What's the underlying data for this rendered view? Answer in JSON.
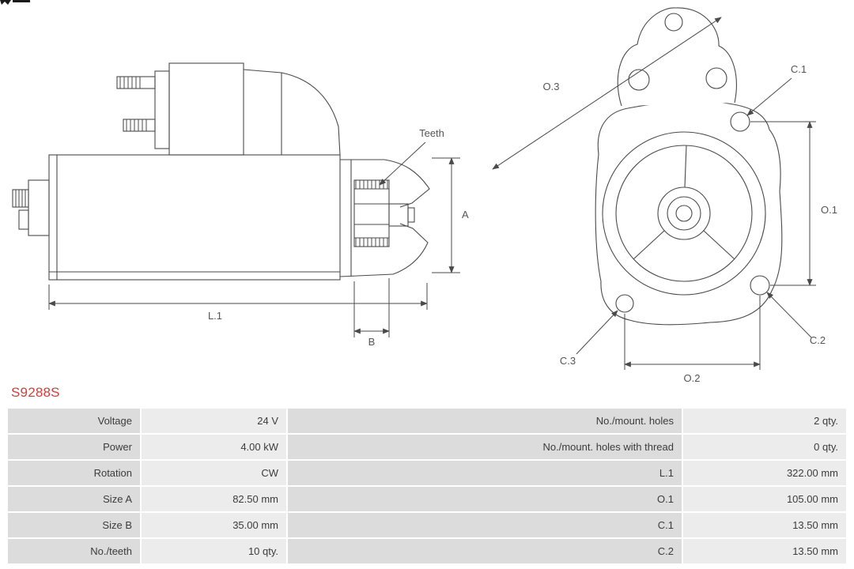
{
  "part_number": "S9288S",
  "colors": {
    "part_number_red": "#d43d3d",
    "table_label_bg": "#dcdcdc",
    "table_value_bg": "#ececec",
    "drawing_line": "#4a4a4a"
  },
  "diagram": {
    "side_view": {
      "teeth_label": "Teeth",
      "dim_a": "A",
      "dim_l1": "L.1",
      "dim_b": "B"
    },
    "front_view": {
      "dim_o3": "O.3",
      "dim_c1": "C.1",
      "dim_o1": "O.1",
      "dim_c3": "C.3",
      "dim_o2": "O.2",
      "dim_c2": "C.2"
    }
  },
  "table": {
    "rows": [
      {
        "left_label": "Voltage",
        "left_value": "24 V",
        "right_label": "No./mount. holes",
        "right_value": "2 qty."
      },
      {
        "left_label": "Power",
        "left_value": "4.00 kW",
        "right_label": "No./mount. holes with thread",
        "right_value": "0 qty."
      },
      {
        "left_label": "Rotation",
        "left_value": "CW",
        "right_label": "L.1",
        "right_value": "322.00 mm"
      },
      {
        "left_label": "Size A",
        "left_value": "82.50 mm",
        "right_label": "O.1",
        "right_value": "105.00 mm"
      },
      {
        "left_label": "Size B",
        "left_value": "35.00 mm",
        "right_label": "C.1",
        "right_value": "13.50 mm"
      },
      {
        "left_label": "No./teeth",
        "left_value": "10 qty.",
        "right_label": "C.2",
        "right_value": "13.50 mm"
      }
    ]
  }
}
